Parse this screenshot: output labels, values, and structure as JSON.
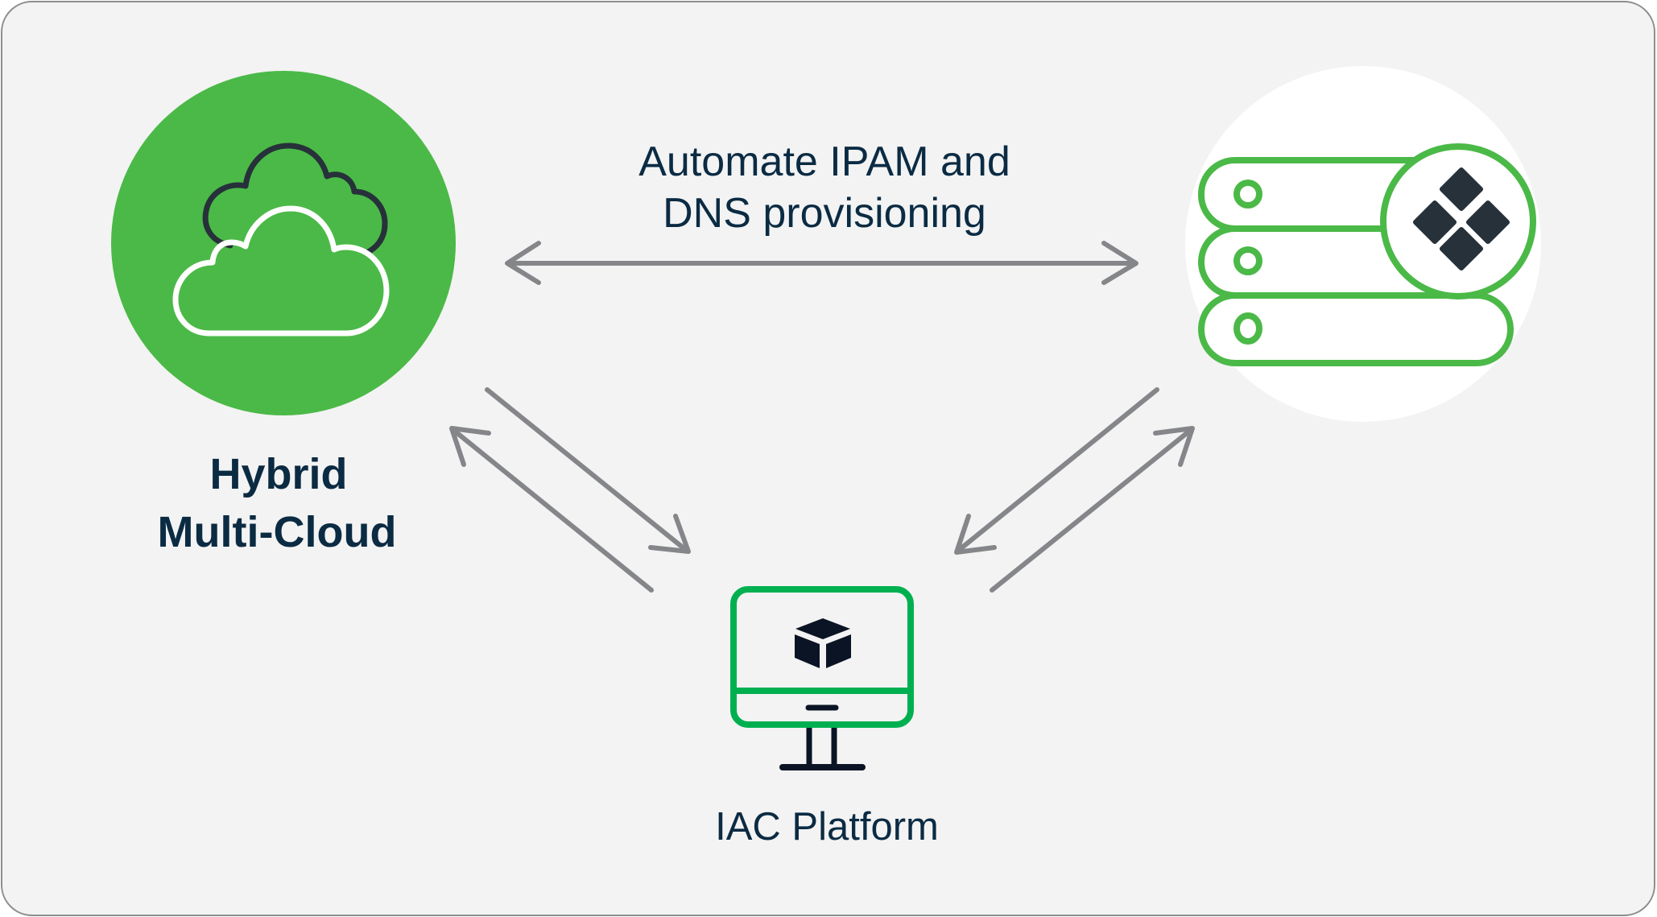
{
  "diagram": {
    "title_lines": [
      "Automate IPAM and",
      "DNS provisioning"
    ],
    "nodes": {
      "cloud": {
        "label_lines": [
          "Hybrid",
          "Multi-Cloud"
        ],
        "icon": "multi-cloud-icon",
        "color": "#4bb947"
      },
      "server": {
        "label_lines": [],
        "icon": "server-rack-with-badge-icon",
        "color": "#4bb947"
      },
      "iac": {
        "label_lines": [
          "IAC Platform"
        ],
        "icon": "monitor-with-cube-icon",
        "color": "#00b050"
      }
    },
    "edges": [
      {
        "from": "cloud",
        "to": "server",
        "direction": "bidirectional",
        "label": "Automate IPAM and DNS provisioning"
      },
      {
        "from": "cloud",
        "to": "iac",
        "direction": "to-iac"
      },
      {
        "from": "iac",
        "to": "cloud",
        "direction": "to-cloud"
      },
      {
        "from": "server",
        "to": "iac",
        "direction": "to-iac"
      },
      {
        "from": "iac",
        "to": "server",
        "direction": "to-server"
      }
    ],
    "colors": {
      "background": "#f3f3f3",
      "border": "#8e8e8e",
      "text": "#0b2b43",
      "arrow": "#858689",
      "dark_icon": "#26313a"
    }
  }
}
